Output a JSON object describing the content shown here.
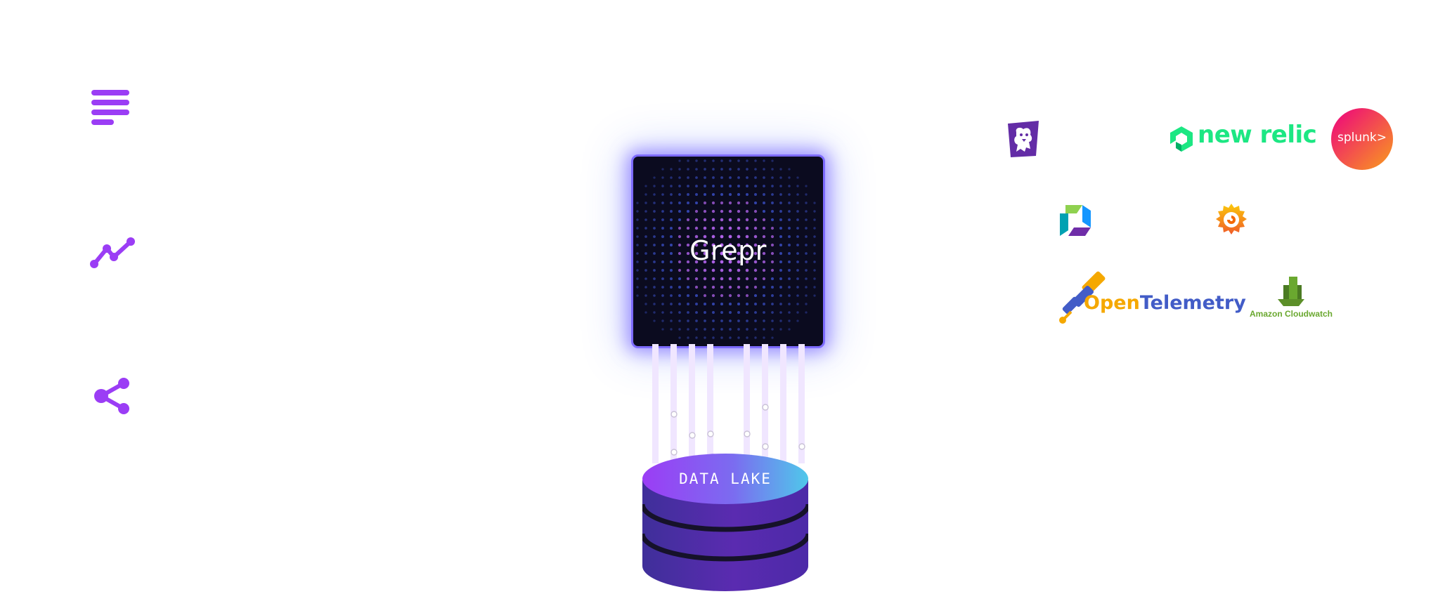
{
  "center": {
    "logo_text": "Grepr",
    "lake_label": "DATA LAKE"
  },
  "left_icons": [
    {
      "icon": "logs-lines-icon"
    },
    {
      "icon": "metrics-line-chart-icon"
    },
    {
      "icon": "traces-share-icon"
    }
  ],
  "integrations": {
    "newrelic": "new relic",
    "splunk": "splunk>",
    "opentelemetry_open": "Open",
    "opentelemetry_telemetry": "Telemetry",
    "cloudwatch": "Amazon Cloudwatch"
  },
  "colors": {
    "accent_purple": "#9b3df5",
    "chip_bg": "#0b0b1f",
    "newrelic_green": "#1ce783",
    "otel_blue": "#425cc7",
    "otel_orange": "#f5a800",
    "aws_green": "#6aa82f",
    "datadog_purple": "#632ca6"
  }
}
